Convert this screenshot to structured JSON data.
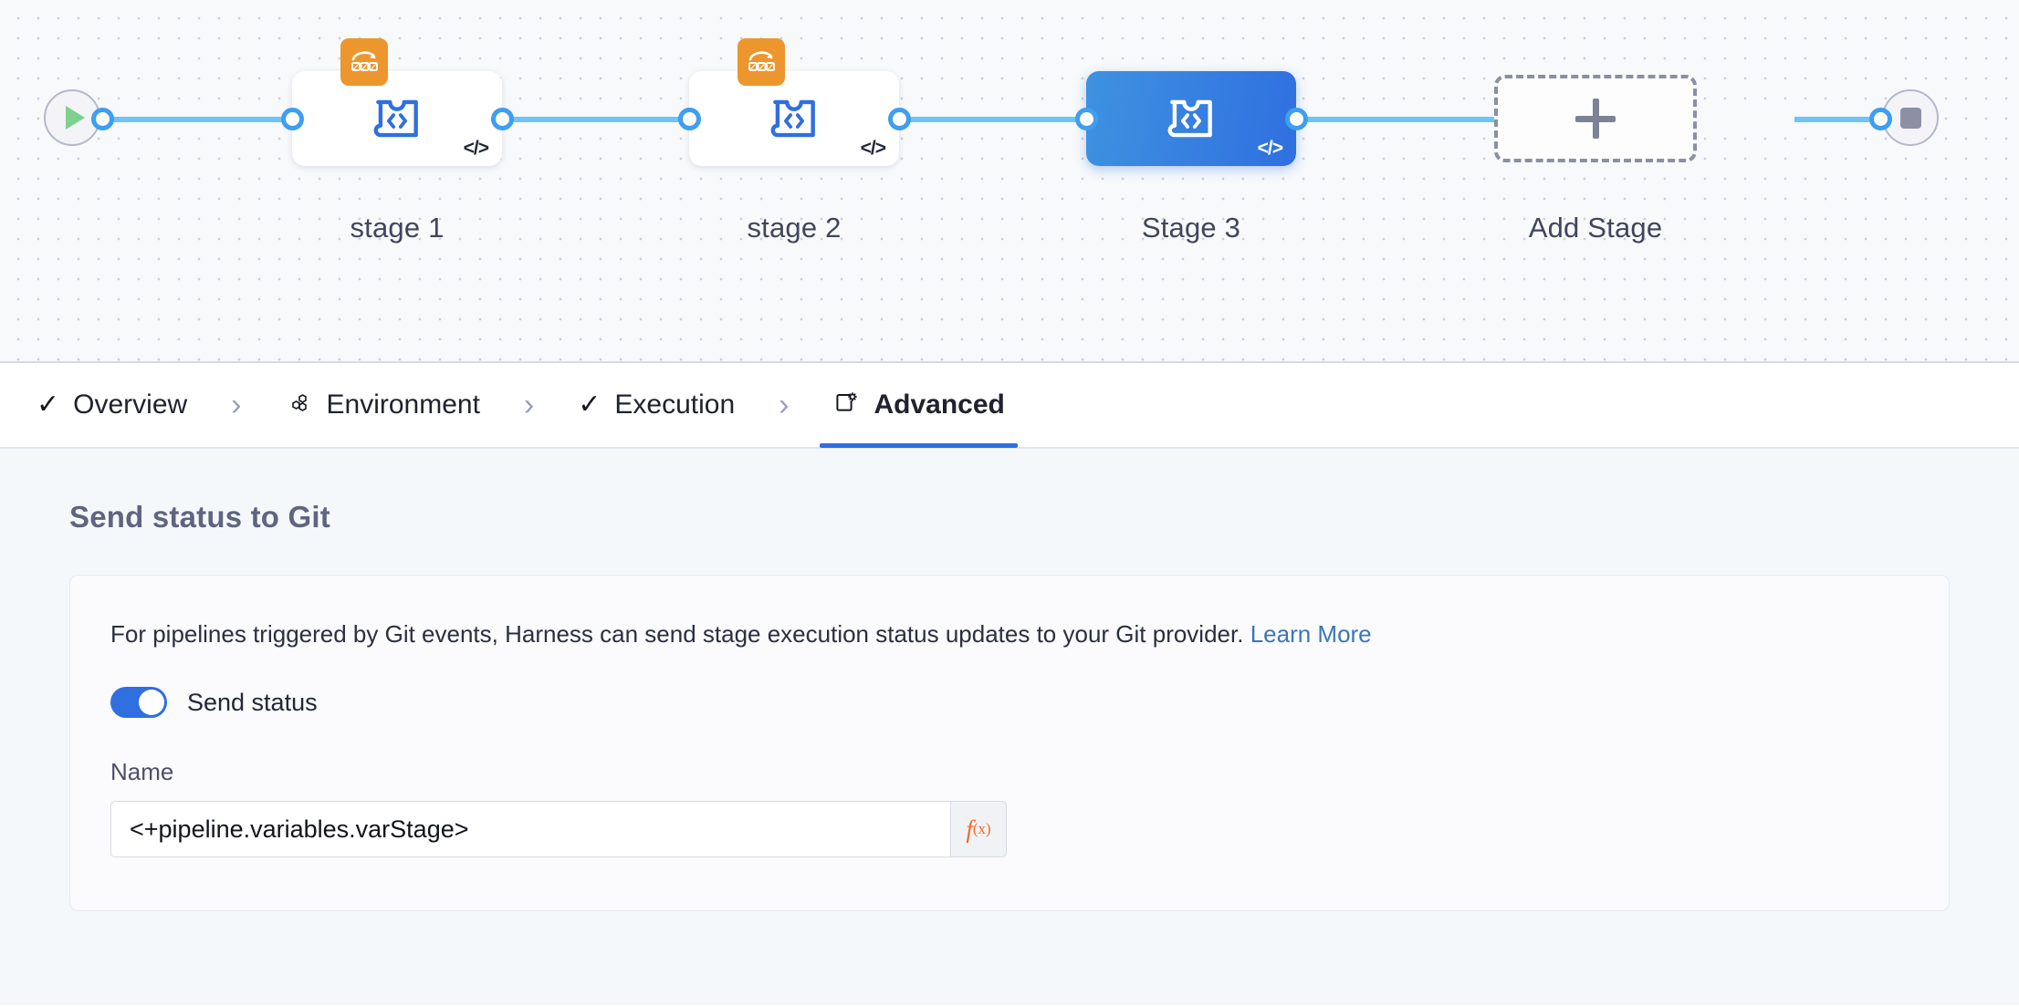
{
  "pipeline": {
    "start_node": {
      "icon": "play-icon",
      "title": "Start"
    },
    "end_node": {
      "icon": "stop-icon",
      "title": "End"
    },
    "stages": [
      {
        "label": "stage 1",
        "icon": "stage-code-icon",
        "badge_icon": "matrix-strategy-icon",
        "code_glyph": "</>",
        "selected": false
      },
      {
        "label": "stage 2",
        "icon": "stage-code-icon",
        "badge_icon": "matrix-strategy-icon",
        "code_glyph": "</>",
        "selected": false
      },
      {
        "label": "Stage 3",
        "icon": "stage-code-icon",
        "badge_icon": null,
        "code_glyph": "</>",
        "selected": true
      }
    ],
    "add_stage": {
      "label": "Add Stage",
      "icon": "plus-icon"
    }
  },
  "tabs": [
    {
      "label": "Overview",
      "icon": "check-icon",
      "active": false
    },
    {
      "label": "Environment",
      "icon": "environment-hexagon-icon",
      "active": false
    },
    {
      "label": "Execution",
      "icon": "check-icon",
      "active": false
    },
    {
      "label": "Advanced",
      "icon": "advanced-settings-icon",
      "active": true
    }
  ],
  "tab_separator": "›",
  "advanced": {
    "section_title": "Send status to Git",
    "description": "For pipelines triggered by Git events, Harness can send stage execution status updates to your Git provider.",
    "learn_more": "Learn More",
    "send_status_toggle": {
      "label": "Send status",
      "on": true
    },
    "name_field": {
      "label": "Name",
      "value": "<+pipeline.variables.varStage>",
      "placeholder": "Name",
      "expression_button": "f",
      "expression_sub": "(x)"
    }
  },
  "colors": {
    "accent_blue": "#2f6fe0",
    "connector_blue": "#6ec4f7",
    "badge_orange": "#ed962e",
    "fx_orange": "#ef6b28",
    "play_green": "#7ed08f",
    "canvas_bg": "#f7f9fb",
    "content_bg": "#f5f8fb"
  }
}
